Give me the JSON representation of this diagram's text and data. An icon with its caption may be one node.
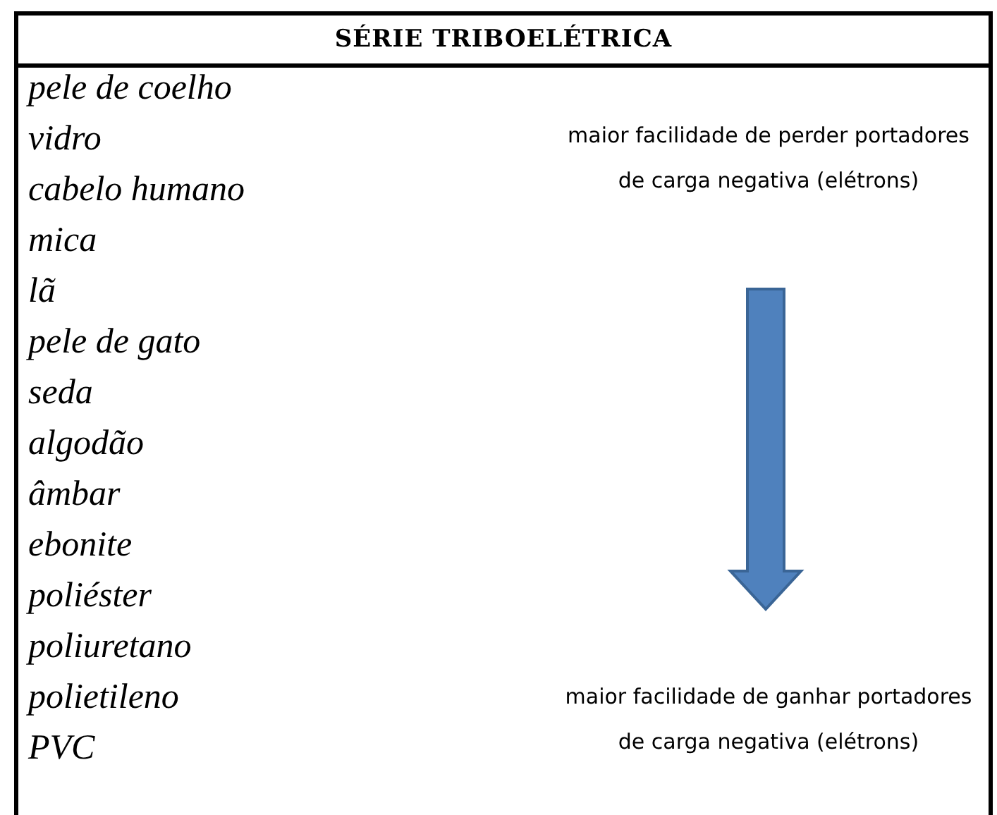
{
  "diagram": {
    "title": "SÉRIE TRIBOELÉTRICA",
    "labels": [
      "pele de coelho",
      "vidro",
      "cabelo humano",
      "mica",
      "lã",
      "pele de gato",
      "seda",
      "algodão",
      "âmbar",
      "ebonite",
      "poliéster",
      "poliuretano",
      "polietileno",
      "PVC",
      "maior facilidade de perder portadores de carga negativa (elétrons)",
      "maior facilidade de ganhar portadores de carga negativa (elétrons)"
    ]
  }
}
